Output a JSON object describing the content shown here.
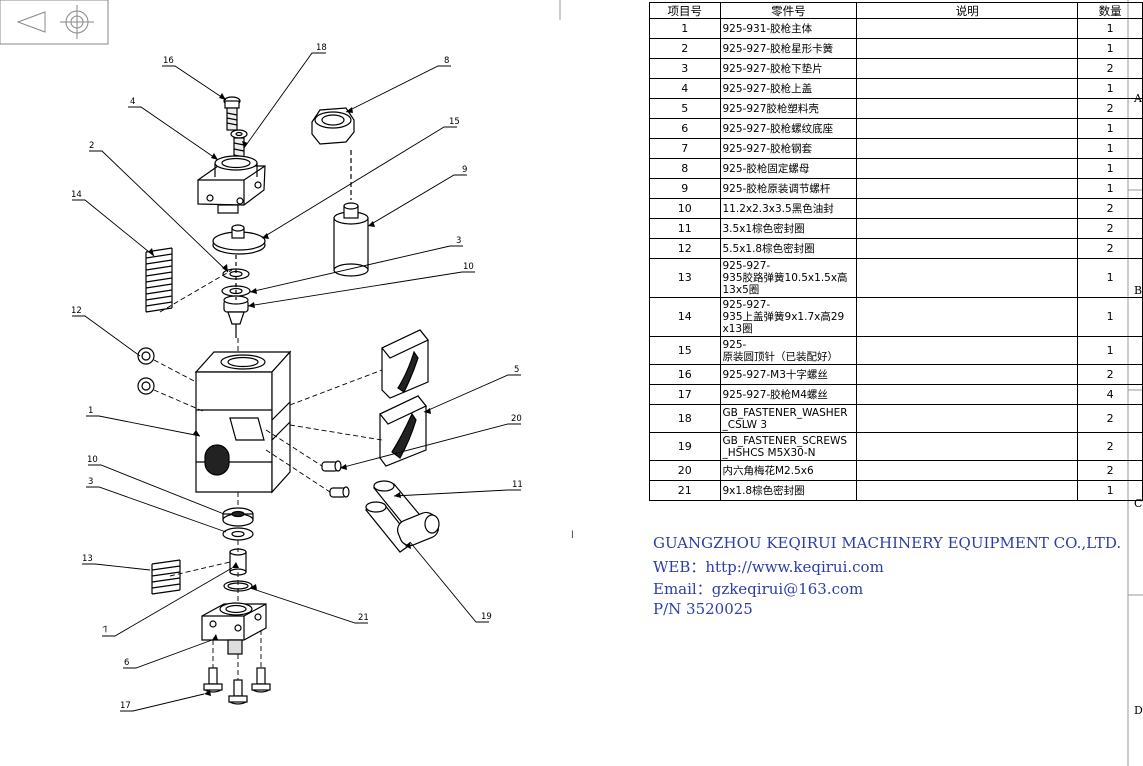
{
  "bom": {
    "headers": {
      "no": "项目号",
      "part": "零件号",
      "desc": "说明",
      "qty": "数量"
    },
    "rows": [
      {
        "no": "1",
        "part": "925-931-胶枪主体",
        "desc": "",
        "qty": "1"
      },
      {
        "no": "2",
        "part": "925-927-胶枪星形卡簧",
        "desc": "",
        "qty": "1"
      },
      {
        "no": "3",
        "part": "925-927-胶枪下垫片",
        "desc": "",
        "qty": "2"
      },
      {
        "no": "4",
        "part": "925-927-胶枪上盖",
        "desc": "",
        "qty": "1"
      },
      {
        "no": "5",
        "part": "925-927胶枪塑料壳",
        "desc": "",
        "qty": "2"
      },
      {
        "no": "6",
        "part": "925-927-胶枪螺纹底座",
        "desc": "",
        "qty": "1"
      },
      {
        "no": "7",
        "part": "925-927-胶枪钢套",
        "desc": "",
        "qty": "1"
      },
      {
        "no": "8",
        "part": "925-胶枪固定螺母",
        "desc": "",
        "qty": "1"
      },
      {
        "no": "9",
        "part": "925-胶枪原装调节螺杆",
        "desc": "",
        "qty": "1"
      },
      {
        "no": "10",
        "part": "11.2x2.3x3.5黑色油封",
        "desc": "",
        "qty": "2"
      },
      {
        "no": "11",
        "part": "3.5x1棕色密封圈",
        "desc": "",
        "qty": "2"
      },
      {
        "no": "12",
        "part": "5.5x1.8棕色密封圈",
        "desc": "",
        "qty": "2"
      },
      {
        "no": "13",
        "part": "925-927-\n935胶路弹簧10.5x1.5x高\n13x5圈",
        "desc": "",
        "qty": "1"
      },
      {
        "no": "14",
        "part": "925-927-\n935上盖弹簧9x1.7x高29\nx13圈",
        "desc": "",
        "qty": "1"
      },
      {
        "no": "15",
        "part": "925-\n原装圆顶针（已装配好）",
        "desc": "",
        "qty": "1"
      },
      {
        "no": "16",
        "part": "925-927-M3十字螺丝",
        "desc": "",
        "qty": "2"
      },
      {
        "no": "17",
        "part": "925-927-胶枪M4螺丝",
        "desc": "",
        "qty": "4"
      },
      {
        "no": "18",
        "part": "GB_FASTENER_WASHER\n_CSLW 3",
        "desc": "",
        "qty": "2"
      },
      {
        "no": "19",
        "part": "GB_FASTENER_SCREWS\n_HSHCS M5X30-N",
        "desc": "",
        "qty": "2"
      },
      {
        "no": "20",
        "part": "内六角梅花M2.5x6",
        "desc": "",
        "qty": "2"
      },
      {
        "no": "21",
        "part": "9x1.8棕色密封圈",
        "desc": "",
        "qty": "1"
      }
    ]
  },
  "company": {
    "name": "GUANGZHOU KEQIRUI MACHINERY EQUIPMENT CO.,LTD.",
    "web": "WEB：http://www.keqirui.com",
    "email": "Email：gzkeqirui@163.com",
    "pn": "P/N 3520025"
  },
  "zones": [
    "A",
    "B",
    "C",
    "D"
  ],
  "stray_mark": "l",
  "callouts": [
    {
      "id": "16"
    },
    {
      "id": "18"
    },
    {
      "id": "8"
    },
    {
      "id": "4"
    },
    {
      "id": "15"
    },
    {
      "id": "2"
    },
    {
      "id": "9"
    },
    {
      "id": "14"
    },
    {
      "id": "3"
    },
    {
      "id": "10"
    },
    {
      "id": "12"
    },
    {
      "id": "5"
    },
    {
      "id": "1"
    },
    {
      "id": "20"
    },
    {
      "id": "10"
    },
    {
      "id": "3"
    },
    {
      "id": "11"
    },
    {
      "id": "13"
    },
    {
      "id": "7"
    },
    {
      "id": "21"
    },
    {
      "id": "19"
    },
    {
      "id": "6"
    },
    {
      "id": "17"
    }
  ]
}
